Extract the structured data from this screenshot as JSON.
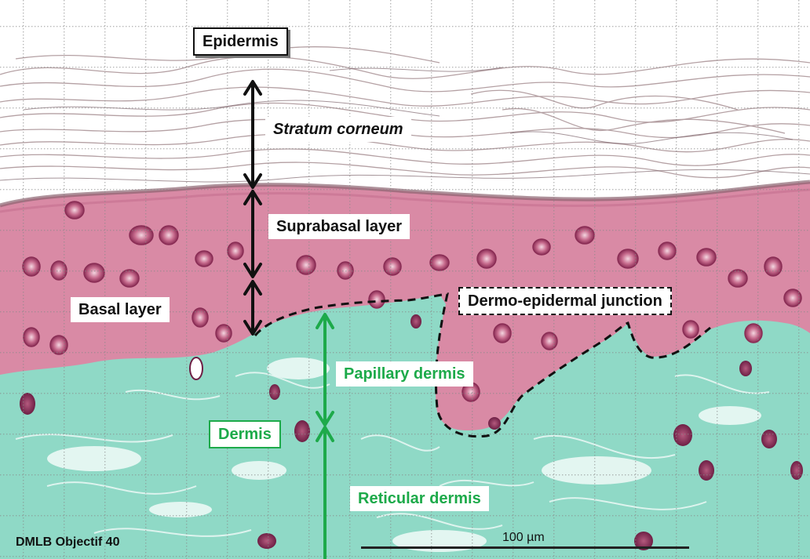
{
  "image": {
    "title": "Epidermis",
    "labels": {
      "stratum_corneum": "Stratum corneum",
      "suprabasal": "Suprabasal layer",
      "basal": "Basal layer",
      "junction": "Dermo-epidermal junction",
      "papillary": "Papillary dermis",
      "dermis": "Dermis",
      "reticular": "Reticular dermis"
    },
    "caption": "DMLB Objectif 40",
    "scale_label": "100 µm"
  },
  "colors": {
    "epidermis_annotation": "#111111",
    "dermis_annotation": "#1daa4a",
    "keratin_layer": "#f6eeee",
    "epidermal_tissue": "#d98aa5",
    "dermal_collagen": "#8fd9c6",
    "grid_dots": "#777777"
  }
}
